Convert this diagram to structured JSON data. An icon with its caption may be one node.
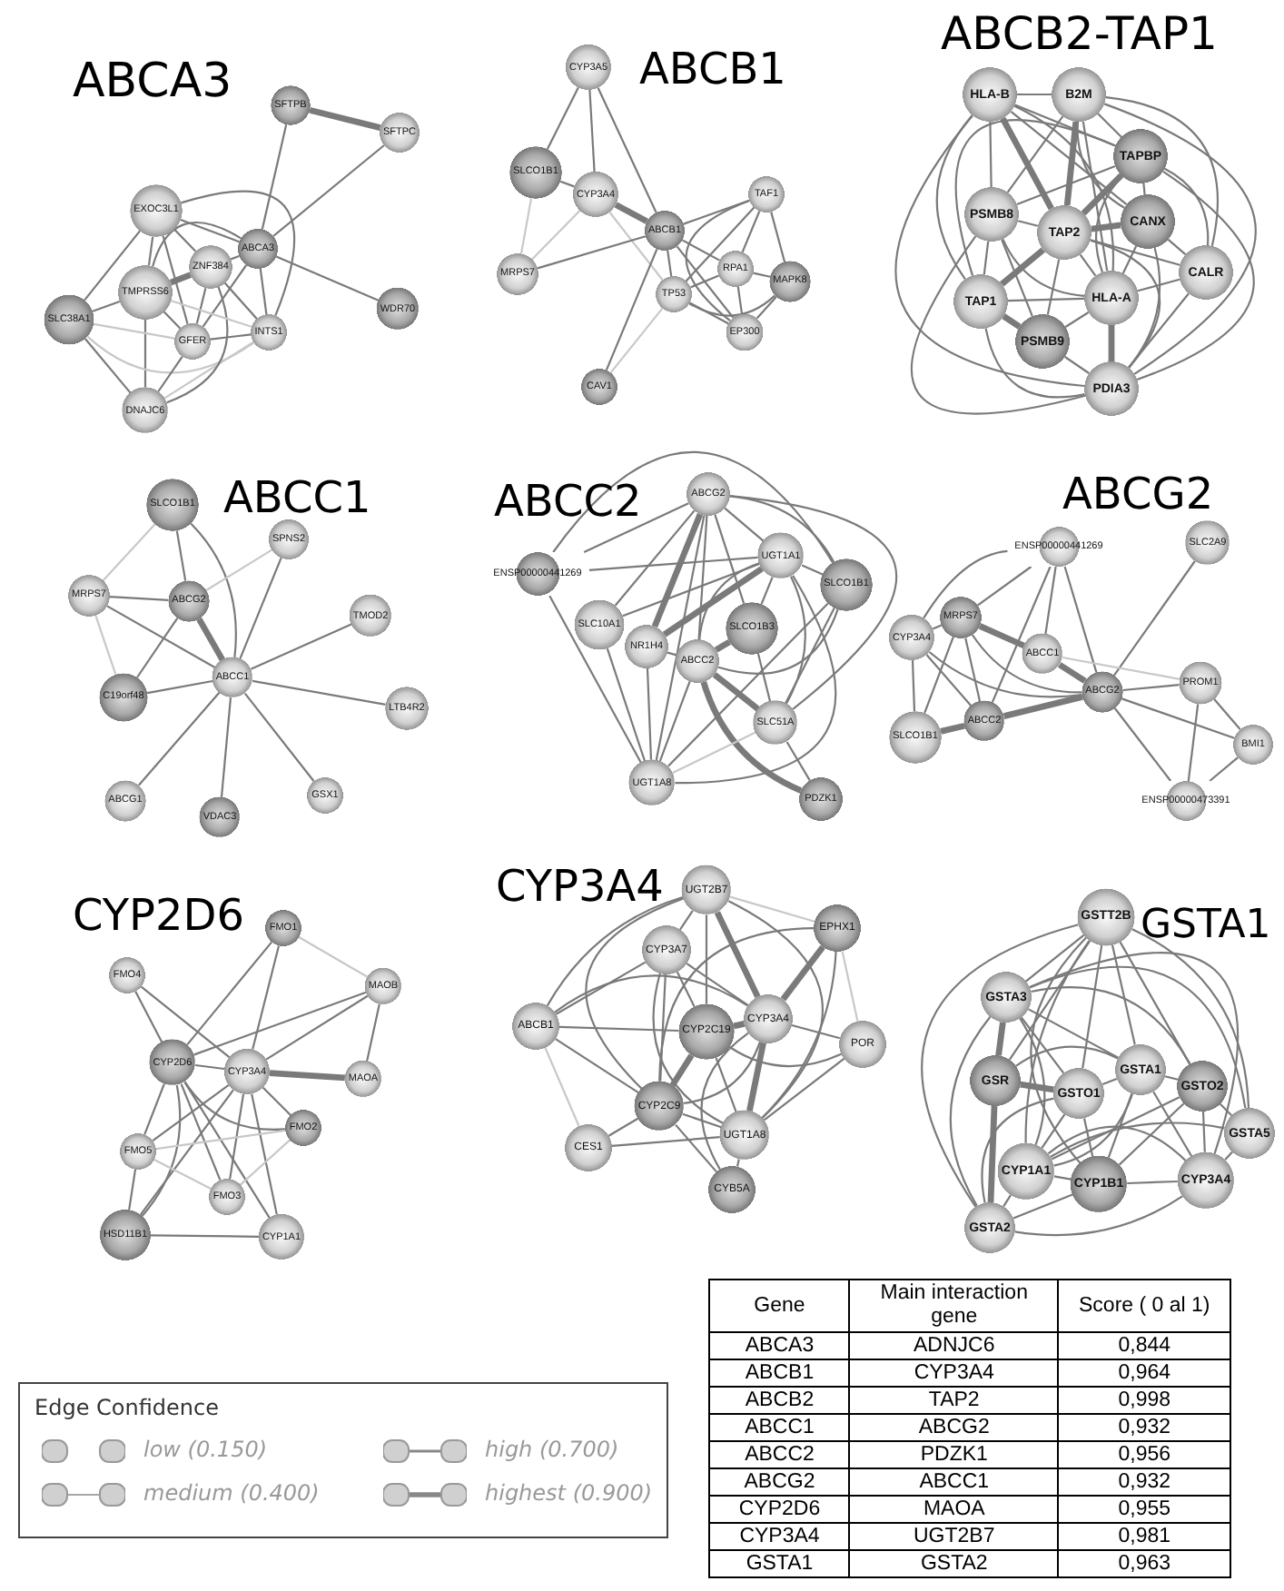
{
  "diagram": {
    "nodes": [
      {
        "text": [
          "SFTPB"
        ]
      },
      {
        "text": [
          "SFTPC"
        ]
      },
      {
        "text": [
          "EXOC3L1"
        ]
      },
      {
        "text": [
          "ABCA3"
        ]
      },
      {
        "text": [
          "ZNF384"
        ]
      },
      {
        "text": [
          "TMPRSS6"
        ]
      },
      {
        "text": [
          "SLC38A1"
        ]
      },
      {
        "text": [
          "GFER"
        ]
      },
      {
        "text": [
          "INTS1"
        ]
      },
      {
        "text": [
          "WDR70"
        ]
      },
      {
        "text": [
          "DNAJC6"
        ]
      },
      {
        "text": [
          "CYP3A5"
        ]
      },
      {
        "text": [
          "SLCO1B1"
        ]
      },
      {
        "text": [
          "CYP3A4"
        ]
      },
      {
        "text": [
          "MRPS7"
        ]
      },
      {
        "text": [
          "ABCB1"
        ]
      },
      {
        "text": [
          "TAF1"
        ]
      },
      {
        "text": [
          "RPA1"
        ]
      },
      {
        "text": [
          "MAPK8"
        ]
      },
      {
        "text": [
          "TP53"
        ]
      },
      {
        "text": [
          "EP300"
        ]
      },
      {
        "text": [
          "CAV1"
        ]
      },
      {
        "text": [
          "HLA-B"
        ]
      },
      {
        "text": [
          "B2M"
        ]
      },
      {
        "text": [
          "TAPBP"
        ]
      },
      {
        "text": [
          "PSMB8"
        ]
      },
      {
        "text": [
          "TAP2"
        ]
      },
      {
        "text": [
          "CANX"
        ]
      },
      {
        "text": [
          "CALR"
        ]
      },
      {
        "text": [
          "TAP1"
        ]
      },
      {
        "text": [
          "PSMB9"
        ]
      },
      {
        "text": [
          "HLA-A"
        ]
      },
      {
        "text": [
          "PDIA3"
        ]
      },
      {
        "text": [
          "SLCO1B1"
        ]
      },
      {
        "text": [
          "SPNS2"
        ]
      },
      {
        "text": [
          "MRPS7"
        ]
      },
      {
        "text": [
          "ABCG2"
        ]
      },
      {
        "text": [
          "TMOD2"
        ]
      },
      {
        "text": [
          "ABCC1"
        ]
      },
      {
        "text": [
          "C19orf48"
        ]
      },
      {
        "text": [
          "LTB4R2"
        ]
      },
      {
        "text": [
          "ABCG1"
        ]
      },
      {
        "text": [
          "VDAC3"
        ]
      },
      {
        "text": [
          "GSX1"
        ]
      },
      {
        "text": [
          "ABCG2"
        ]
      },
      {
        "text": [
          "ENSP00000441269"
        ]
      },
      {
        "text": [
          "SLC10A1"
        ]
      },
      {
        "text": [
          "UGT1A1"
        ]
      },
      {
        "text": [
          "SLCO1B1"
        ]
      },
      {
        "text": [
          "NR1H4"
        ]
      },
      {
        "text": [
          "ABCC2"
        ]
      },
      {
        "text": [
          "SLCO1B3"
        ]
      },
      {
        "text": [
          "SLC51A"
        ]
      },
      {
        "text": [
          "UGT1A8"
        ]
      },
      {
        "text": [
          "PDZK1"
        ]
      },
      {
        "text": [
          "ENSP00000441269"
        ]
      },
      {
        "text": [
          "SLC2A9"
        ]
      },
      {
        "text": [
          "MRPS7"
        ]
      },
      {
        "text": [
          "CYP3A4"
        ]
      },
      {
        "text": [
          "ABCC1"
        ]
      },
      {
        "text": [
          "ABCG2"
        ]
      },
      {
        "text": [
          "PROM1"
        ]
      },
      {
        "text": [
          "SLCO1B1"
        ]
      },
      {
        "text": [
          "ABCC2"
        ]
      },
      {
        "text": [
          "BMI1"
        ]
      },
      {
        "text": [
          "ENSP00000473391"
        ]
      },
      {
        "text": [
          "FMO1"
        ]
      },
      {
        "text": [
          "FMO4"
        ]
      },
      {
        "text": [
          "MAOB"
        ]
      },
      {
        "text": [
          "CYP2D6"
        ]
      },
      {
        "text": [
          "CYP3A4"
        ]
      },
      {
        "text": [
          "MAOA"
        ]
      },
      {
        "text": [
          "FMO2"
        ]
      },
      {
        "text": [
          "FMO5"
        ]
      },
      {
        "text": [
          "FMO3"
        ]
      },
      {
        "text": [
          "HSD11B1"
        ]
      },
      {
        "text": [
          "CYP1A1"
        ]
      },
      {
        "text": [
          "UGT2B7"
        ]
      },
      {
        "text": [
          "EPHX1"
        ]
      },
      {
        "text": [
          "CYP3A7"
        ]
      },
      {
        "text": [
          "ABCB1"
        ]
      },
      {
        "text": [
          "CYP2C19"
        ]
      },
      {
        "text": [
          "CYP3A4"
        ]
      },
      {
        "text": [
          "POR"
        ]
      },
      {
        "text": [
          "CYP2C9"
        ]
      },
      {
        "text": [
          "UGT1A8"
        ]
      },
      {
        "text": [
          "CES1"
        ]
      },
      {
        "text": [
          "CYB5A"
        ]
      },
      {
        "text": [
          "GSTT2B"
        ]
      },
      {
        "text": [
          "GSTA3"
        ]
      },
      {
        "text": [
          "GSR"
        ]
      },
      {
        "text": [
          "GSTO1"
        ]
      },
      {
        "text": [
          "GSTA1"
        ]
      },
      {
        "text": [
          "GSTO2"
        ]
      },
      {
        "text": [
          "GSTA5"
        ]
      },
      {
        "text": [
          "CYP1A1"
        ]
      },
      {
        "text": [
          "CYP1B1"
        ]
      },
      {
        "text": [
          "CYP3A4"
        ]
      },
      {
        "text": [
          "GSTA2"
        ]
      }
    ],
    "edges": [
      {
        "from": 0,
        "to": 1,
        "arrow": "none",
        "style": "thick"
      },
      {
        "from": 0,
        "to": 3,
        "arrow": "none"
      },
      {
        "from": 1,
        "to": 3,
        "arrow": "none"
      },
      {
        "from": 3,
        "to": 9,
        "arrow": "none"
      },
      {
        "from": 3,
        "to": 2,
        "arrow": "none"
      },
      {
        "from": 3,
        "to": 4,
        "arrow": "none"
      },
      {
        "from": 3,
        "to": 8,
        "arrow": "none"
      },
      {
        "from": 3,
        "to": 7,
        "arrow": "none"
      },
      {
        "from": 3,
        "to": 5,
        "arrow": "none"
      },
      {
        "from": 2,
        "to": 6,
        "arrow": "none"
      },
      {
        "from": 2,
        "to": 5,
        "arrow": "none"
      },
      {
        "from": 2,
        "to": 7,
        "arrow": "none"
      },
      {
        "from": 2,
        "to": 4,
        "arrow": "none"
      },
      {
        "from": 2,
        "to": 8,
        "arrow": "none"
      },
      {
        "from": 4,
        "to": 5,
        "arrow": "none",
        "style": "thick"
      },
      {
        "from": 4,
        "to": 7,
        "arrow": "none"
      },
      {
        "from": 4,
        "to": 8,
        "arrow": "none"
      },
      {
        "from": 5,
        "to": 6,
        "arrow": "none"
      },
      {
        "from": 5,
        "to": 7,
        "arrow": "none"
      },
      {
        "from": 5,
        "to": 10,
        "arrow": "none"
      },
      {
        "from": 6,
        "to": 10,
        "arrow": "none"
      },
      {
        "from": 6,
        "to": 7,
        "arrow": "none",
        "color": "#c8c8c8"
      },
      {
        "from": 6,
        "to": 8,
        "arrow": "none",
        "color": "#c8c8c8"
      },
      {
        "from": 7,
        "to": 10,
        "arrow": "none"
      },
      {
        "from": 7,
        "to": 8,
        "arrow": "none"
      },
      {
        "from": 8,
        "to": 10,
        "arrow": "none",
        "color": "#c8c8c8"
      },
      {
        "from": 4,
        "to": 10,
        "arrow": "none"
      },
      {
        "from": 5,
        "to": 8,
        "arrow": "none",
        "color": "#c8c8c8"
      },
      {
        "from": 11,
        "to": 12,
        "arrow": "none"
      },
      {
        "from": 11,
        "to": 13,
        "arrow": "none"
      },
      {
        "from": 11,
        "to": 15,
        "arrow": "none"
      },
      {
        "from": 12,
        "to": 13,
        "arrow": "none"
      },
      {
        "from": 12,
        "to": 14,
        "arrow": "none",
        "color": "#c8c8c8"
      },
      {
        "from": 13,
        "to": 14,
        "arrow": "none",
        "color": "#c8c8c8"
      },
      {
        "from": 13,
        "to": 15,
        "arrow": "none",
        "style": "thick"
      },
      {
        "from": 13,
        "to": 19,
        "arrow": "none",
        "color": "#c8c8c8"
      },
      {
        "from": 14,
        "to": 15,
        "arrow": "none"
      },
      {
        "from": 15,
        "to": 16,
        "arrow": "none"
      },
      {
        "from": 15,
        "to": 17,
        "arrow": "none"
      },
      {
        "from": 15,
        "to": 19,
        "arrow": "none"
      },
      {
        "from": 15,
        "to": 20,
        "arrow": "none"
      },
      {
        "from": 15,
        "to": 21,
        "arrow": "none"
      },
      {
        "from": 16,
        "to": 17,
        "arrow": "none"
      },
      {
        "from": 16,
        "to": 18,
        "arrow": "none"
      },
      {
        "from": 16,
        "to": 19,
        "arrow": "none"
      },
      {
        "from": 16,
        "to": 20,
        "arrow": "none"
      },
      {
        "from": 17,
        "to": 18,
        "arrow": "none"
      },
      {
        "from": 17,
        "to": 19,
        "arrow": "none"
      },
      {
        "from": 17,
        "to": 20,
        "arrow": "none"
      },
      {
        "from": 18,
        "to": 19,
        "arrow": "none"
      },
      {
        "from": 18,
        "to": 20,
        "arrow": "none"
      },
      {
        "from": 19,
        "to": 20,
        "arrow": "none"
      },
      {
        "from": 19,
        "to": 21,
        "arrow": "none",
        "color": "#c8c8c8"
      },
      {
        "from": 22,
        "to": 23,
        "arrow": "none"
      },
      {
        "from": 22,
        "to": 24,
        "arrow": "none"
      },
      {
        "from": 22,
        "to": 25,
        "arrow": "none"
      },
      {
        "from": 22,
        "to": 26,
        "arrow": "none",
        "style": "thick"
      },
      {
        "from": 22,
        "to": 27,
        "arrow": "none"
      },
      {
        "from": 22,
        "to": 29,
        "arrow": "none"
      },
      {
        "from": 22,
        "to": 31,
        "arrow": "none"
      },
      {
        "from": 22,
        "to": 32,
        "arrow": "none"
      },
      {
        "from": 23,
        "to": 24,
        "arrow": "none"
      },
      {
        "from": 23,
        "to": 25,
        "arrow": "none"
      },
      {
        "from": 23,
        "to": 26,
        "arrow": "none",
        "style": "thick"
      },
      {
        "from": 23,
        "to": 27,
        "arrow": "none"
      },
      {
        "from": 23,
        "to": 28,
        "arrow": "none"
      },
      {
        "from": 23,
        "to": 31,
        "arrow": "none"
      },
      {
        "from": 23,
        "to": 32,
        "arrow": "none"
      },
      {
        "from": 24,
        "to": 25,
        "arrow": "none"
      },
      {
        "from": 24,
        "to": 26,
        "arrow": "none",
        "style": "thick"
      },
      {
        "from": 24,
        "to": 27,
        "arrow": "none"
      },
      {
        "from": 24,
        "to": 28,
        "arrow": "none"
      },
      {
        "from": 24,
        "to": 29,
        "arrow": "none"
      },
      {
        "from": 24,
        "to": 31,
        "arrow": "none"
      },
      {
        "from": 24,
        "to": 32,
        "arrow": "none"
      },
      {
        "from": 25,
        "to": 26,
        "arrow": "none"
      },
      {
        "from": 25,
        "to": 29,
        "arrow": "none"
      },
      {
        "from": 25,
        "to": 30,
        "arrow": "none"
      },
      {
        "from": 25,
        "to": 31,
        "arrow": "none"
      },
      {
        "from": 25,
        "to": 32,
        "arrow": "none"
      },
      {
        "from": 26,
        "to": 27,
        "arrow": "none",
        "style": "thick"
      },
      {
        "from": 26,
        "to": 28,
        "arrow": "none"
      },
      {
        "from": 26,
        "to": 29,
        "arrow": "none",
        "style": "thick"
      },
      {
        "from": 26,
        "to": 30,
        "arrow": "none"
      },
      {
        "from": 26,
        "to": 31,
        "arrow": "none"
      },
      {
        "from": 26,
        "to": 32,
        "arrow": "none"
      },
      {
        "from": 27,
        "to": 28,
        "arrow": "none"
      },
      {
        "from": 27,
        "to": 31,
        "arrow": "none"
      },
      {
        "from": 27,
        "to": 32,
        "arrow": "none"
      },
      {
        "from": 28,
        "to": 31,
        "arrow": "none"
      },
      {
        "from": 28,
        "to": 32,
        "arrow": "none"
      },
      {
        "from": 29,
        "to": 30,
        "arrow": "none",
        "style": "thick"
      },
      {
        "from": 29,
        "to": 31,
        "arrow": "none"
      },
      {
        "from": 29,
        "to": 32,
        "arrow": "none"
      },
      {
        "from": 30,
        "to": 31,
        "arrow": "none"
      },
      {
        "from": 30,
        "to": 32,
        "arrow": "none"
      },
      {
        "from": 31,
        "to": 32,
        "arrow": "none",
        "style": "thick"
      },
      {
        "from": 33,
        "to": 35,
        "arrow": "none",
        "color": "#c8c8c8"
      },
      {
        "from": 33,
        "to": 36,
        "arrow": "none"
      },
      {
        "from": 33,
        "to": 38,
        "arrow": "none"
      },
      {
        "from": 34,
        "to": 36,
        "arrow": "none",
        "color": "#c8c8c8"
      },
      {
        "from": 34,
        "to": 38,
        "arrow": "none"
      },
      {
        "from": 35,
        "to": 36,
        "arrow": "none"
      },
      {
        "from": 35,
        "to": 38,
        "arrow": "none"
      },
      {
        "from": 35,
        "to": 39,
        "arrow": "none",
        "color": "#c8c8c8"
      },
      {
        "from": 36,
        "to": 38,
        "arrow": "none",
        "style": "thick"
      },
      {
        "from": 36,
        "to": 39,
        "arrow": "none"
      },
      {
        "from": 38,
        "to": 37,
        "arrow": "none"
      },
      {
        "from": 38,
        "to": 39,
        "arrow": "none"
      },
      {
        "from": 38,
        "to": 40,
        "arrow": "none"
      },
      {
        "from": 38,
        "to": 41,
        "arrow": "none"
      },
      {
        "from": 38,
        "to": 42,
        "arrow": "none"
      },
      {
        "from": 38,
        "to": 43,
        "arrow": "none"
      },
      {
        "from": 44,
        "to": 45,
        "arrow": "none"
      },
      {
        "from": 44,
        "to": 46,
        "arrow": "none"
      },
      {
        "from": 44,
        "to": 47,
        "arrow": "none"
      },
      {
        "from": 44,
        "to": 48,
        "arrow": "none"
      },
      {
        "from": 44,
        "to": 49,
        "arrow": "none",
        "style": "thick"
      },
      {
        "from": 44,
        "to": 50,
        "arrow": "none"
      },
      {
        "from": 44,
        "to": 51,
        "arrow": "none"
      },
      {
        "from": 44,
        "to": 52,
        "arrow": "none"
      },
      {
        "from": 44,
        "to": 53,
        "arrow": "none"
      },
      {
        "from": 45,
        "to": 47,
        "arrow": "none"
      },
      {
        "from": 45,
        "to": 48,
        "arrow": "none"
      },
      {
        "from": 45,
        "to": 53,
        "arrow": "none"
      },
      {
        "from": 46,
        "to": 47,
        "arrow": "none"
      },
      {
        "from": 46,
        "to": 53,
        "arrow": "none"
      },
      {
        "from": 47,
        "to": 48,
        "arrow": "none"
      },
      {
        "from": 47,
        "to": 49,
        "arrow": "none",
        "style": "thick"
      },
      {
        "from": 47,
        "to": 50,
        "arrow": "none"
      },
      {
        "from": 47,
        "to": 51,
        "arrow": "none"
      },
      {
        "from": 47,
        "to": 52,
        "arrow": "none"
      },
      {
        "from": 47,
        "to": 53,
        "arrow": "none"
      },
      {
        "from": 48,
        "to": 50,
        "arrow": "none"
      },
      {
        "from": 48,
        "to": 52,
        "arrow": "none"
      },
      {
        "from": 48,
        "to": 53,
        "arrow": "none"
      },
      {
        "from": 49,
        "to": 53,
        "arrow": "none"
      },
      {
        "from": 49,
        "to": 50,
        "arrow": "none"
      },
      {
        "from": 50,
        "to": 51,
        "arrow": "none",
        "style": "thick"
      },
      {
        "from": 50,
        "to": 52,
        "arrow": "none",
        "style": "thick"
      },
      {
        "from": 50,
        "to": 53,
        "arrow": "none"
      },
      {
        "from": 50,
        "to": 54,
        "arrow": "none",
        "style": "thick"
      },
      {
        "from": 52,
        "to": 54,
        "arrow": "none"
      },
      {
        "from": 52,
        "to": 53,
        "arrow": "none",
        "color": "#c8c8c8"
      },
      {
        "from": 51,
        "to": 52,
        "arrow": "none"
      },
      {
        "from": 55,
        "to": 57,
        "arrow": "none"
      },
      {
        "from": 55,
        "to": 58,
        "arrow": "none"
      },
      {
        "from": 55,
        "to": 59,
        "arrow": "none"
      },
      {
        "from": 55,
        "to": 60,
        "arrow": "none"
      },
      {
        "from": 55,
        "to": 63,
        "arrow": "none"
      },
      {
        "from": 56,
        "to": 60,
        "arrow": "none"
      },
      {
        "from": 57,
        "to": 58,
        "arrow": "none"
      },
      {
        "from": 57,
        "to": 59,
        "arrow": "none",
        "style": "thick"
      },
      {
        "from": 57,
        "to": 60,
        "arrow": "none"
      },
      {
        "from": 57,
        "to": 62,
        "arrow": "none"
      },
      {
        "from": 57,
        "to": 63,
        "arrow": "none"
      },
      {
        "from": 58,
        "to": 60,
        "arrow": "none"
      },
      {
        "from": 58,
        "to": 62,
        "arrow": "none"
      },
      {
        "from": 58,
        "to": 63,
        "arrow": "none"
      },
      {
        "from": 59,
        "to": 60,
        "arrow": "none",
        "style": "thick"
      },
      {
        "from": 59,
        "to": 61,
        "arrow": "none",
        "color": "#c8c8c8"
      },
      {
        "from": 60,
        "to": 61,
        "arrow": "none"
      },
      {
        "from": 60,
        "to": 63,
        "arrow": "none",
        "style": "thick"
      },
      {
        "from": 60,
        "to": 64,
        "arrow": "none"
      },
      {
        "from": 60,
        "to": 65,
        "arrow": "none"
      },
      {
        "from": 61,
        "to": 64,
        "arrow": "none"
      },
      {
        "from": 61,
        "to": 65,
        "arrow": "none"
      },
      {
        "from": 62,
        "to": 63,
        "arrow": "none",
        "style": "thick"
      },
      {
        "from": 64,
        "to": 65,
        "arrow": "none"
      },
      {
        "from": 66,
        "to": 68,
        "arrow": "none",
        "color": "#c8c8c8"
      },
      {
        "from": 66,
        "to": 69,
        "arrow": "none"
      },
      {
        "from": 66,
        "to": 70,
        "arrow": "none"
      },
      {
        "from": 67,
        "to": 69,
        "arrow": "none"
      },
      {
        "from": 67,
        "to": 70,
        "arrow": "none"
      },
      {
        "from": 68,
        "to": 69,
        "arrow": "none"
      },
      {
        "from": 68,
        "to": 70,
        "arrow": "none"
      },
      {
        "from": 68,
        "to": 71,
        "arrow": "none"
      },
      {
        "from": 69,
        "to": 70,
        "arrow": "none"
      },
      {
        "from": 69,
        "to": 72,
        "arrow": "none"
      },
      {
        "from": 69,
        "to": 73,
        "arrow": "none"
      },
      {
        "from": 69,
        "to": 74,
        "arrow": "none"
      },
      {
        "from": 69,
        "to": 75,
        "arrow": "none"
      },
      {
        "from": 69,
        "to": 76,
        "arrow": "none"
      },
      {
        "from": 70,
        "to": 71,
        "arrow": "none",
        "style": "thick"
      },
      {
        "from": 70,
        "to": 72,
        "arrow": "none"
      },
      {
        "from": 70,
        "to": 73,
        "arrow": "none"
      },
      {
        "from": 70,
        "to": 74,
        "arrow": "none"
      },
      {
        "from": 70,
        "to": 75,
        "arrow": "none"
      },
      {
        "from": 70,
        "to": 76,
        "arrow": "none"
      },
      {
        "from": 72,
        "to": 73,
        "arrow": "none",
        "color": "#c8c8c8"
      },
      {
        "from": 72,
        "to": 74,
        "arrow": "none",
        "color": "#c8c8c8"
      },
      {
        "from": 73,
        "to": 74,
        "arrow": "none",
        "color": "#c8c8c8"
      },
      {
        "from": 73,
        "to": 75,
        "arrow": "none"
      },
      {
        "from": 75,
        "to": 76,
        "arrow": "none"
      },
      {
        "from": 77,
        "to": 78,
        "arrow": "none",
        "color": "#c8c8c8"
      },
      {
        "from": 77,
        "to": 79,
        "arrow": "none"
      },
      {
        "from": 77,
        "to": 80,
        "arrow": "none"
      },
      {
        "from": 77,
        "to": 81,
        "arrow": "none"
      },
      {
        "from": 77,
        "to": 82,
        "arrow": "none",
        "style": "thick"
      },
      {
        "from": 77,
        "to": 84,
        "arrow": "none"
      },
      {
        "from": 77,
        "to": 85,
        "arrow": "none"
      },
      {
        "from": 78,
        "to": 82,
        "arrow": "none",
        "style": "thick"
      },
      {
        "from": 78,
        "to": 84,
        "arrow": "none"
      },
      {
        "from": 78,
        "to": 85,
        "arrow": "none"
      },
      {
        "from": 78,
        "to": 83,
        "arrow": "none",
        "color": "#c8c8c8"
      },
      {
        "from": 79,
        "to": 80,
        "arrow": "none"
      },
      {
        "from": 79,
        "to": 81,
        "arrow": "none"
      },
      {
        "from": 79,
        "to": 82,
        "arrow": "none"
      },
      {
        "from": 79,
        "to": 84,
        "arrow": "none"
      },
      {
        "from": 79,
        "to": 85,
        "arrow": "none"
      },
      {
        "from": 80,
        "to": 81,
        "arrow": "none"
      },
      {
        "from": 80,
        "to": 82,
        "arrow": "none"
      },
      {
        "from": 80,
        "to": 84,
        "arrow": "none"
      },
      {
        "from": 80,
        "to": 86,
        "arrow": "none",
        "color": "#c8c8c8"
      },
      {
        "from": 81,
        "to": 82,
        "arrow": "none",
        "style": "thick"
      },
      {
        "from": 81,
        "to": 84,
        "arrow": "none",
        "style": "thick"
      },
      {
        "from": 81,
        "to": 85,
        "arrow": "none"
      },
      {
        "from": 81,
        "to": 83,
        "arrow": "none"
      },
      {
        "from": 82,
        "to": 83,
        "arrow": "none"
      },
      {
        "from": 82,
        "to": 84,
        "arrow": "none"
      },
      {
        "from": 82,
        "to": 85,
        "arrow": "none",
        "style": "thick"
      },
      {
        "from": 82,
        "to": 87,
        "arrow": "none"
      },
      {
        "from": 83,
        "to": 85,
        "arrow": "none"
      },
      {
        "from": 84,
        "to": 85,
        "arrow": "none"
      },
      {
        "from": 84,
        "to": 86,
        "arrow": "none"
      },
      {
        "from": 84,
        "to": 87,
        "arrow": "none"
      },
      {
        "from": 85,
        "to": 86,
        "arrow": "none"
      },
      {
        "from": 85,
        "to": 87,
        "arrow": "none"
      },
      {
        "from": 88,
        "to": 89,
        "arrow": "none"
      },
      {
        "from": 88,
        "to": 90,
        "arrow": "none"
      },
      {
        "from": 88,
        "to": 91,
        "arrow": "none"
      },
      {
        "from": 88,
        "to": 92,
        "arrow": "none"
      },
      {
        "from": 88,
        "to": 93,
        "arrow": "none"
      },
      {
        "from": 88,
        "to": 94,
        "arrow": "none"
      },
      {
        "from": 88,
        "to": 95,
        "arrow": "none"
      },
      {
        "from": 88,
        "to": 96,
        "arrow": "none"
      },
      {
        "from": 88,
        "to": 98,
        "arrow": "none"
      },
      {
        "from": 89,
        "to": 90,
        "arrow": "none",
        "style": "thick"
      },
      {
        "from": 89,
        "to": 91,
        "arrow": "none"
      },
      {
        "from": 89,
        "to": 92,
        "arrow": "none"
      },
      {
        "from": 89,
        "to": 93,
        "arrow": "none"
      },
      {
        "from": 89,
        "to": 94,
        "arrow": "none"
      },
      {
        "from": 89,
        "to": 95,
        "arrow": "none"
      },
      {
        "from": 89,
        "to": 97,
        "arrow": "none"
      },
      {
        "from": 89,
        "to": 98,
        "arrow": "none"
      },
      {
        "from": 90,
        "to": 91,
        "arrow": "none",
        "style": "thick"
      },
      {
        "from": 90,
        "to": 92,
        "arrow": "none"
      },
      {
        "from": 90,
        "to": 98,
        "arrow": "none",
        "style": "thick"
      },
      {
        "from": 91,
        "to": 92,
        "arrow": "none"
      },
      {
        "from": 91,
        "to": 95,
        "arrow": "none"
      },
      {
        "from": 91,
        "to": 96,
        "arrow": "none"
      },
      {
        "from": 91,
        "to": 98,
        "arrow": "none"
      },
      {
        "from": 92,
        "to": 93,
        "arrow": "none"
      },
      {
        "from": 92,
        "to": 95,
        "arrow": "none"
      },
      {
        "from": 92,
        "to": 96,
        "arrow": "none"
      },
      {
        "from": 92,
        "to": 97,
        "arrow": "none"
      },
      {
        "from": 93,
        "to": 94,
        "arrow": "none"
      },
      {
        "from": 93,
        "to": 95,
        "arrow": "none"
      },
      {
        "from": 93,
        "to": 96,
        "arrow": "none"
      },
      {
        "from": 93,
        "to": 97,
        "arrow": "none"
      },
      {
        "from": 94,
        "to": 95,
        "arrow": "none"
      },
      {
        "from": 94,
        "to": 97,
        "arrow": "none"
      },
      {
        "from": 95,
        "to": 96,
        "arrow": "none"
      },
      {
        "from": 95,
        "to": 97,
        "arrow": "none"
      },
      {
        "from": 95,
        "to": 98,
        "arrow": "none"
      },
      {
        "from": 96,
        "to": 97,
        "arrow": "none"
      },
      {
        "from": 96,
        "to": 98,
        "arrow": "none"
      },
      {
        "from": 97,
        "to": 98,
        "arrow": "none"
      }
    ],
    "labels": [
      "ABCA3",
      "ABCB1",
      "ABCB2-TAP1",
      "ABCC1",
      "ABCC2",
      "ABCG2",
      "CYP2D6",
      "CYP3A4",
      "GSTA1",
      "Edge Confidence",
      "Gene",
      "Main interaction gene",
      "Score ( 0 al 1)",
      "ABCA3",
      "ADNJC6",
      "0,844",
      "ABCB1",
      "CYP3A4",
      "0,964",
      "ABCB2",
      "TAP2",
      "0,998",
      "ABCC1",
      "ABCG2",
      "0,932",
      "ABCC2",
      "PDZK1",
      "0,956",
      "ABCG2",
      "ABCC1",
      "0,932",
      "CYP2D6",
      "MAOA",
      "0,955",
      "CYP3A4",
      "UGT2B7",
      "0,981",
      "GSTA1",
      "GSTA2",
      "0,963"
    ],
    "legend": [
      {
        "text": "low (0.150)"
      },
      {
        "text": "medium (0.400)"
      },
      {
        "text": "high (0.700)"
      },
      {
        "text": "highest (0.900)"
      }
    ]
  }
}
